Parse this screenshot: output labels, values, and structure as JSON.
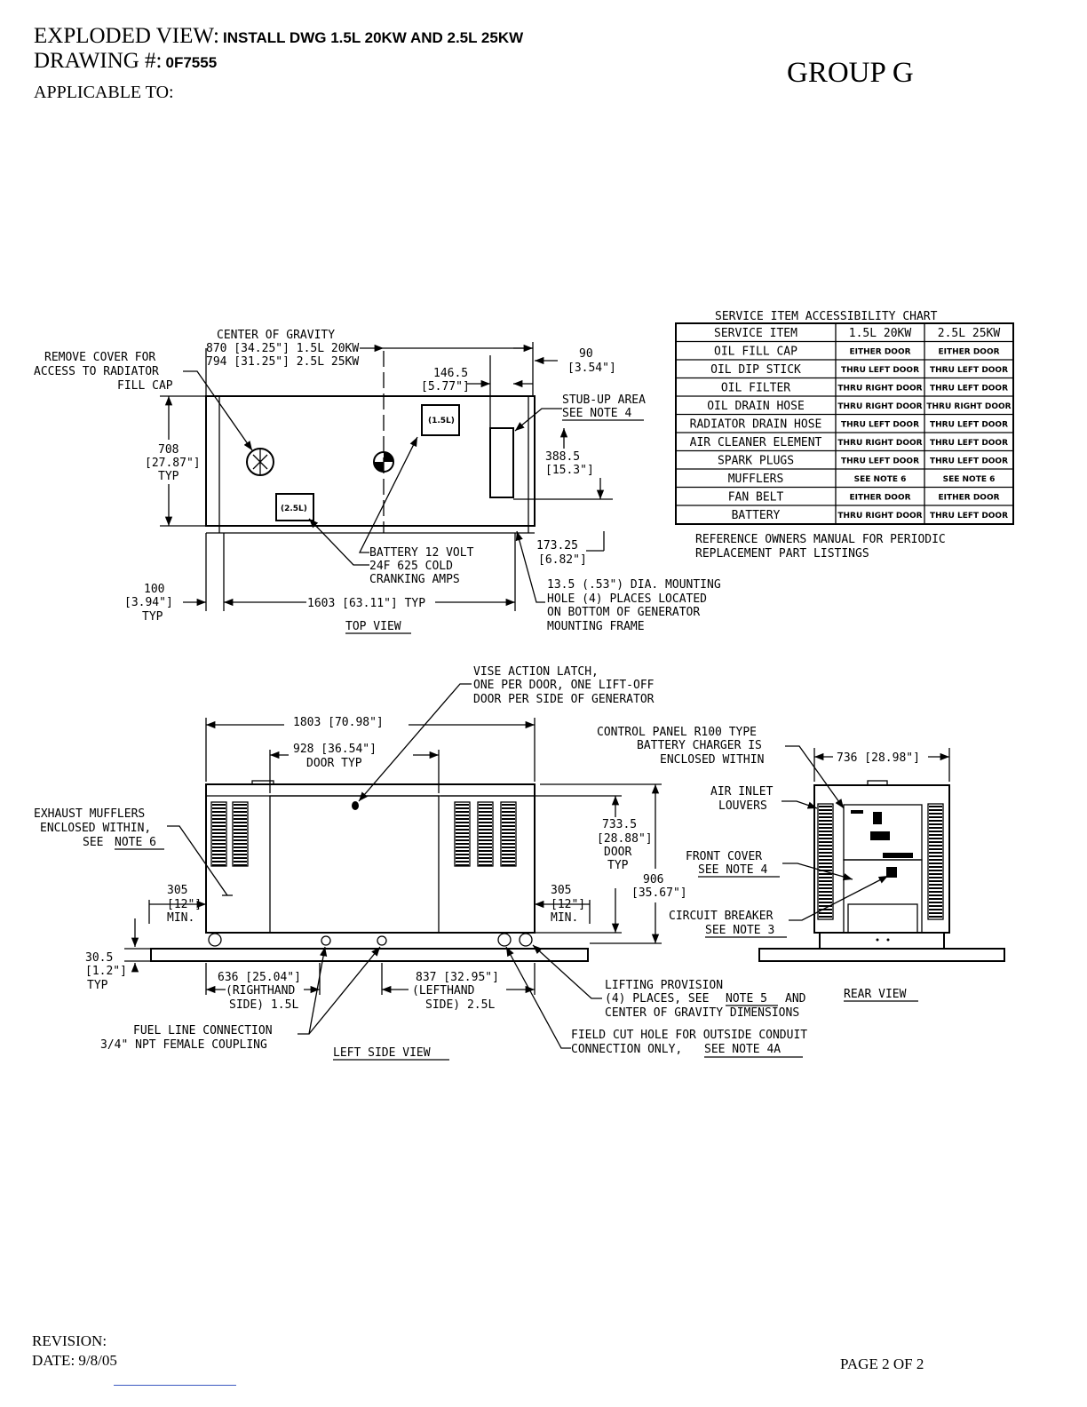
{
  "header": {
    "title_prefix": "EXPLODED VIEW:",
    "title_value": "INSTALL DWG 1.5L 20KW AND 2.5L 25KW",
    "drawing_prefix": "DRAWING #:",
    "drawing_value": "0F7555",
    "applicable": "APPLICABLE TO:",
    "group": "GROUP G"
  },
  "footer": {
    "revision": "REVISION:",
    "date": "DATE:  9/8/05",
    "page": "PAGE  2 OF 2"
  },
  "top_view": {
    "title": "TOP VIEW",
    "cog_title": "CENTER OF GRAVITY",
    "cog_1": "870 [34.25\"] 1.5L 20KW",
    "cog_2": "794 [31.25\"] 2.5L 25KW",
    "remove_cover_1": "REMOVE COVER FOR",
    "remove_cover_2": "ACCESS TO RADIATOR",
    "remove_cover_3": "FILL CAP",
    "dim_708_1": "708",
    "dim_708_2": "[27.87\"]",
    "dim_708_3": "TYP",
    "dim_1465_1": "146.5",
    "dim_1465_2": "[5.77\"]",
    "dim_90_1": "90",
    "dim_90_2": "[3.54\"]",
    "stub_1": "STUB-UP AREA",
    "stub_2": "SEE NOTE 4",
    "dim_3885_1": "388.5",
    "dim_3885_2": "[15.3\"]",
    "dim_17325_1": "173.25",
    "dim_17325_2": "[6.82\"]",
    "battery_1": "BATTERY 12 VOLT",
    "battery_2": "24F 625 COLD",
    "battery_3": "CRANKING AMPS",
    "dim_100_1": "100",
    "dim_100_2": "[3.94\"]",
    "dim_100_3": "TYP",
    "dim_1603": "1603  [63.11\"] TYP",
    "mount_1": "13.5 (.53\") DIA. MOUNTING",
    "mount_2": "HOLE (4) PLACES LOCATED",
    "mount_3": "ON BOTTOM OF GENERATOR",
    "mount_4": "MOUNTING FRAME",
    "bat_15": "(1.5L)",
    "bat_25": "(2.5L)"
  },
  "chart": {
    "title": "SERVICE ITEM ACCESSIBILITY CHART",
    "headers": [
      "SERVICE ITEM",
      "1.5L 20KW",
      "2.5L 25KW"
    ],
    "rows": [
      [
        "OIL FILL CAP",
        "EITHER DOOR",
        "EITHER DOOR"
      ],
      [
        "OIL DIP STICK",
        "THRU LEFT DOOR",
        "THRU LEFT DOOR"
      ],
      [
        "OIL FILTER",
        "THRU RIGHT DOOR",
        "THRU LEFT DOOR"
      ],
      [
        "OIL DRAIN HOSE",
        "THRU RIGHT DOOR",
        "THRU RIGHT DOOR"
      ],
      [
        "RADIATOR DRAIN HOSE",
        "THRU LEFT DOOR",
        "THRU LEFT DOOR"
      ],
      [
        "AIR CLEANER ELEMENT",
        "THRU RIGHT DOOR",
        "THRU LEFT DOOR"
      ],
      [
        "SPARK PLUGS",
        "THRU LEFT DOOR",
        "THRU LEFT DOOR"
      ],
      [
        "MUFFLERS",
        "SEE NOTE 6",
        "SEE NOTE 6"
      ],
      [
        "FAN BELT",
        "EITHER DOOR",
        "EITHER DOOR"
      ],
      [
        "BATTERY",
        "THRU RIGHT DOOR",
        "THRU LEFT DOOR"
      ]
    ],
    "ref_1": "REFERENCE OWNERS MANUAL FOR PERIODIC",
    "ref_2": "REPLACEMENT PART LISTINGS"
  },
  "side_view": {
    "title": "LEFT SIDE VIEW",
    "latch_1": "VISE ACTION LATCH,",
    "latch_2": "ONE PER DOOR, ONE LIFT-OFF",
    "latch_3": "DOOR PER SIDE OF GENERATOR",
    "dim_1803": "1803  [70.98\"]",
    "dim_928": "928  [36.54\"]",
    "door_typ": "DOOR TYP",
    "exhaust_1": "EXHAUST MUFFLERS",
    "exhaust_2": "ENCLOSED WITHIN,",
    "exhaust_3": "SEE",
    "exhaust_note": "NOTE 6",
    "dim_7335_1": "733.5",
    "dim_7335_2": "[28.88\"]",
    "dim_7335_3": "DOOR",
    "dim_7335_4": "TYP",
    "dim_906_1": "906",
    "dim_906_2": "[35.67\"]",
    "dim_305_1": "305",
    "dim_305_2": "[12\"]",
    "dim_305_3": "MIN.",
    "dim_305b_1": "305",
    "dim_305b_2": "[12\"]",
    "dim_305b_3": "MIN.",
    "dim_305_1_label": "305",
    "dim_305_2_label": "[12\"]",
    "dim_305_3_label": "MIN.",
    "dim_305_right_1": "305",
    "dim_305_right_2": "[12\"]",
    "dim_305_right_3": "MIN.",
    "dim_305_1_val": "305",
    "dim_30_1": "30.5",
    "dim_30_2": "[1.2\"]",
    "dim_30_3": "TYP",
    "dim_636_1": "636  [25.04\"]",
    "dim_636_2": "(RIGHTHAND",
    "dim_636_3": "SIDE) 1.5L",
    "dim_837_1": "837  [32.95\"]",
    "dim_837_2": "(LEFTHAND",
    "dim_837_3": "SIDE) 2.5L",
    "fuel_1": "FUEL LINE CONNECTION",
    "fuel_2": "3/4\" NPT FEMALE COUPLING",
    "lift_1": "LIFTING PROVISION",
    "lift_2": "(4) PLACES, SEE",
    "lift_note": "NOTE 5",
    "lift_2b": "AND",
    "lift_3": "CENTER OF GRAVITY DIMENSIONS",
    "field_1": "FIELD CUT HOLE FOR OUTSIDE CONDUIT",
    "field_2": "CONNECTION ONLY,",
    "field_note": "SEE NOTE 4A"
  },
  "rear_view": {
    "title": "REAR VIEW",
    "control_1": "CONTROL PANEL R100 TYPE",
    "control_2": "BATTERY CHARGER IS",
    "control_3": "ENCLOSED WITHIN",
    "dim_736": "736  [28.98\"]",
    "air_1": "AIR INLET",
    "air_2": "LOUVERS",
    "front_1": "FRONT COVER",
    "front_2": "SEE NOTE 4",
    "cb_1": "CIRCUIT BREAKER",
    "cb_2": "SEE NOTE 3"
  }
}
